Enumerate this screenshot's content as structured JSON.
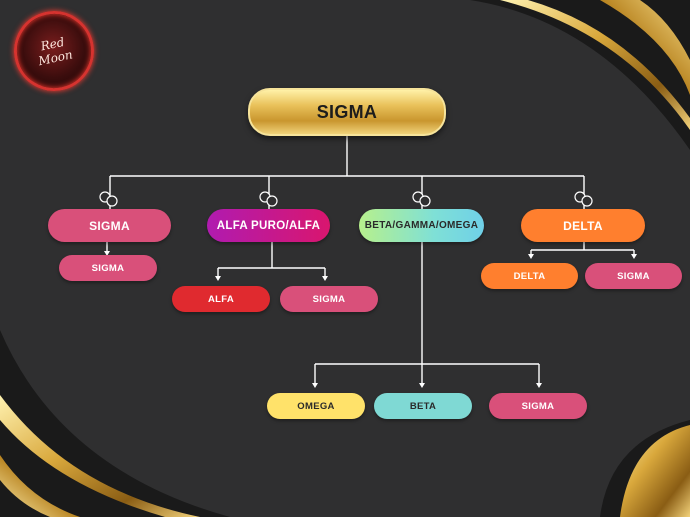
{
  "logo": {
    "line1": "Red",
    "line2": "Moon"
  },
  "root": {
    "label": "SIGMA"
  },
  "groups": [
    {
      "label": "SIGMA",
      "color": "#d9507a",
      "children": [
        {
          "label": "SIGMA",
          "color": "#d9507a"
        }
      ]
    },
    {
      "label": "ALFA PURO/ALFA",
      "color": "#c2178f",
      "children": [
        {
          "label": "ALFA",
          "color": "#e02a2f"
        },
        {
          "label": "SIGMA",
          "color": "#d9507a"
        }
      ]
    },
    {
      "label": "BETA/GAMMA/OMEGA",
      "color": "#8ee6d8",
      "children": [
        {
          "label": "OMEGA",
          "color": "#ffe26a"
        },
        {
          "label": "BETA",
          "color": "#7fd9d4"
        },
        {
          "label": "SIGMA",
          "color": "#d9507a"
        }
      ]
    },
    {
      "label": "DELTA",
      "color": "#ff7f2e",
      "children": [
        {
          "label": "DELTA",
          "color": "#ff7f2e"
        },
        {
          "label": "SIGMA",
          "color": "#d9507a"
        }
      ]
    }
  ],
  "colors": {
    "background": "#2f2f30",
    "line": "#ffffff",
    "gold": "#e3b84a"
  },
  "icons": {
    "connector": "linked-rings-icon",
    "arrow": "arrow-down-icon"
  }
}
